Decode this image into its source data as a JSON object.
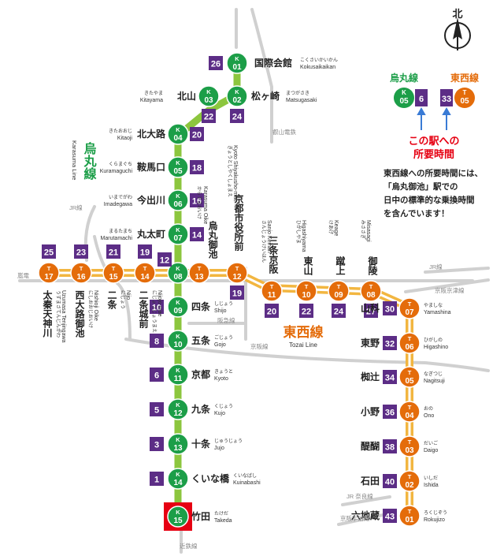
{
  "north_label": "北",
  "legend": {
    "karasuma_title": "烏丸線",
    "tozai_title": "東西線",
    "karasuma_example_code": "K",
    "karasuma_example_num": "05",
    "karasuma_example_time": "6",
    "tozai_example_code": "T",
    "tozai_example_num": "05",
    "tozai_example_time": "33",
    "caption_line1": "この駅への",
    "caption_line2": "所要時間",
    "note_lines": [
      "東西線への所要時間には、",
      "「烏丸御池」駅での",
      "日中の標準的な乗換時間",
      "を含んでいます！"
    ]
  },
  "line_labels": {
    "karasuma_jp": "烏丸線",
    "karasuma_en": "Karasuma Line",
    "tozai_jp": "東西線",
    "tozai_en": "Tozai Line"
  },
  "other_rail_labels": [
    "叡山電鉄",
    "JR線",
    "嵐電",
    "阪急線",
    "京阪線",
    "JR線",
    "京阪京津線",
    "JR 奈良線",
    "京阪宇治線",
    "近鉄線"
  ],
  "colors": {
    "karasuma": "#1c9e48",
    "karasuma_line": "#8cc63e",
    "tozai": "#e46c0a",
    "tozai_line": "#f2c14e",
    "time_box": "#5c2d86",
    "highlight": "#e60012",
    "other_rail": "#cfcfcf"
  },
  "karasuma_stations": [
    {
      "code": "K",
      "num": "01",
      "time": "26",
      "name": "国際会館",
      "kana": "こくさいかいかん",
      "romaji": "Kokusaikaikan"
    },
    {
      "code": "K",
      "num": "02",
      "time": "24",
      "name": "松ヶ崎",
      "kana": "まつがさき",
      "romaji": "Matsugasaki"
    },
    {
      "code": "K",
      "num": "03",
      "time": "22",
      "name": "北山",
      "kana": "きたやま",
      "romaji": "Kitayama"
    },
    {
      "code": "K",
      "num": "04",
      "time": "20",
      "name": "北大路",
      "kana": "きたおおじ",
      "romaji": "Kitaoji"
    },
    {
      "code": "K",
      "num": "05",
      "time": "18",
      "name": "鞍馬口",
      "kana": "くらまぐち",
      "romaji": "Kuramaguchi"
    },
    {
      "code": "K",
      "num": "06",
      "time": "16",
      "name": "今出川",
      "kana": "いまでがわ",
      "romaji": "Imadegawa"
    },
    {
      "code": "K",
      "num": "07",
      "time": "14",
      "name": "丸太町",
      "kana": "まるたまち",
      "romaji": "Marutamachi"
    },
    {
      "code": "K",
      "num": "08",
      "time": "12",
      "name": "烏丸御池",
      "kana": "からすまおいけ",
      "romaji": "Karasuma Oike"
    },
    {
      "code": "K",
      "num": "09",
      "time": "10",
      "name": "四条",
      "kana": "しじょう",
      "romaji": "Shijo"
    },
    {
      "code": "K",
      "num": "10",
      "time": "8",
      "name": "五条",
      "kana": "ごじょう",
      "romaji": "Gojo"
    },
    {
      "code": "K",
      "num": "11",
      "time": "6",
      "name": "京都",
      "kana": "きょうと",
      "romaji": "Kyoto"
    },
    {
      "code": "K",
      "num": "12",
      "time": "5",
      "name": "九条",
      "kana": "くじょう",
      "romaji": "Kujo"
    },
    {
      "code": "K",
      "num": "13",
      "time": "3",
      "name": "十条",
      "kana": "じゅうじょう",
      "romaji": "Jujo"
    },
    {
      "code": "K",
      "num": "14",
      "time": "1",
      "name": "くいな橋",
      "kana": "くいなばし",
      "romaji": "Kuinabashi"
    },
    {
      "code": "K",
      "num": "15",
      "time": "",
      "name": "竹田",
      "kana": "たけだ",
      "romaji": "Takeda"
    }
  ],
  "tozai_stations": [
    {
      "code": "T",
      "num": "17",
      "time": "25",
      "name": "太秦天神川",
      "kana": "うずまさてんじんがわ",
      "romaji": "Uzumasa Tenjingawa"
    },
    {
      "code": "T",
      "num": "16",
      "time": "23",
      "name": "西大路御池",
      "kana": "にしおおじおいけ",
      "romaji": "Nishioji Oike"
    },
    {
      "code": "T",
      "num": "15",
      "time": "21",
      "name": "二条",
      "kana": "にじょう",
      "romaji": "Nijo"
    },
    {
      "code": "T",
      "num": "14",
      "time": "19",
      "name": "二条城前",
      "kana": "にじょうじょうまえ",
      "romaji": "Nijojo-mae"
    },
    {
      "code": "T",
      "num": "13",
      "time": "",
      "name": "",
      "kana": "",
      "romaji": ""
    },
    {
      "code": "T",
      "num": "12",
      "time": "19",
      "name": "京都市役所前",
      "kana": "きょうとしやくしょまえ",
      "romaji": "Kyoto Shiyakusho-mae"
    },
    {
      "code": "T",
      "num": "11",
      "time": "20",
      "name": "三条京阪",
      "kana": "さんじょうけいはん",
      "romaji": "Sanjo Keihan"
    },
    {
      "code": "T",
      "num": "10",
      "time": "22",
      "name": "東山",
      "kana": "ひがしやま",
      "romaji": "Higashiyama"
    },
    {
      "code": "T",
      "num": "09",
      "time": "24",
      "name": "蹴上",
      "kana": "けあげ",
      "romaji": "Keage"
    },
    {
      "code": "T",
      "num": "08",
      "time": "27",
      "name": "御陵",
      "kana": "みささぎ",
      "romaji": "Misasagi"
    },
    {
      "code": "T",
      "num": "07",
      "time": "30",
      "name": "山科",
      "kana": "やましな",
      "romaji": "Yamashina"
    },
    {
      "code": "T",
      "num": "06",
      "time": "32",
      "name": "東野",
      "kana": "ひがしの",
      "romaji": "Higashino"
    },
    {
      "code": "T",
      "num": "05",
      "time": "34",
      "name": "椥辻",
      "kana": "なぎつじ",
      "romaji": "Nagitsuji"
    },
    {
      "code": "T",
      "num": "04",
      "time": "36",
      "name": "小野",
      "kana": "おの",
      "romaji": "Ono"
    },
    {
      "code": "T",
      "num": "03",
      "time": "38",
      "name": "醍醐",
      "kana": "だいご",
      "romaji": "Daigo"
    },
    {
      "code": "T",
      "num": "02",
      "time": "40",
      "name": "石田",
      "kana": "いしだ",
      "romaji": "Ishida"
    },
    {
      "code": "T",
      "num": "01",
      "time": "43",
      "name": "六地蔵",
      "kana": "ろくじぞう",
      "romaji": "Rokujizo"
    }
  ]
}
